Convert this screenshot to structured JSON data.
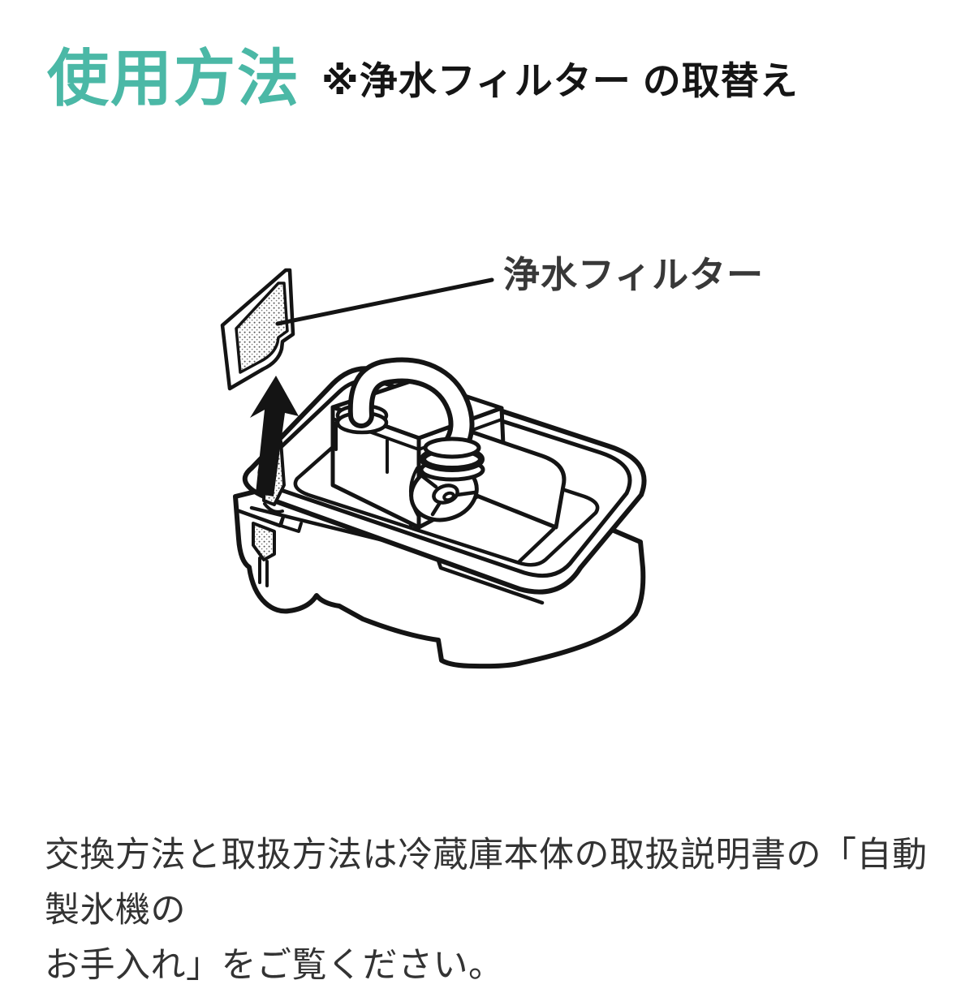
{
  "page": {
    "background": "#ffffff",
    "type": "appliance-manual-page"
  },
  "header": {
    "title": "使用方法",
    "title_color": "#4BB8A6",
    "subtitle": "※浄水フィルター の取替え"
  },
  "figure": {
    "label": "浄水フィルター",
    "illustration": "ice-maker-water-tank-with-filter-being-removed",
    "arrow_direction": "up"
  },
  "footer": {
    "line1": "交換方法と取扱方法は冷蔵庫本体の取扱説明書の「自動製氷機の",
    "line2": "お手入れ」をご覧ください。"
  },
  "colors": {
    "accent_teal": "#4BB8A6",
    "ink": "#141414",
    "text": "#333333"
  }
}
